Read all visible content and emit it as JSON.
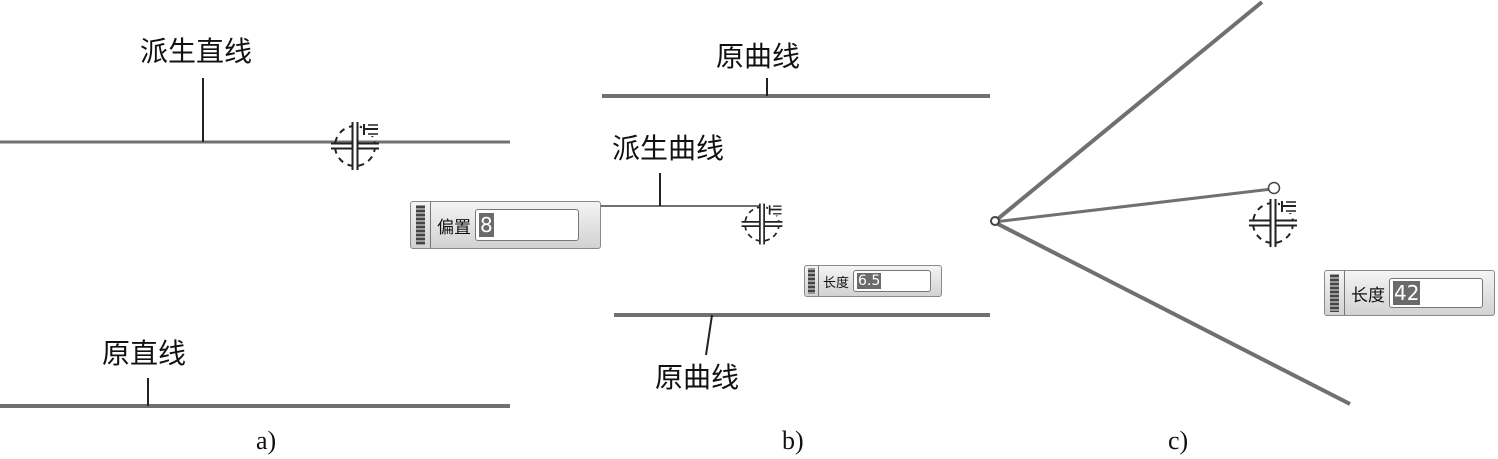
{
  "panel_a": {
    "derived_line_label": "派生直线",
    "original_line_label": "原直线",
    "offset_box": {
      "label": "偏置",
      "value": "8"
    },
    "caption": "a)"
  },
  "panel_b": {
    "original_curve_top_label": "原曲线",
    "derived_curve_label": "派生曲线",
    "original_curve_bottom_label": "原曲线",
    "length_box": {
      "label": "长度",
      "value": "6.5"
    },
    "caption": "b)"
  },
  "panel_c": {
    "length_box": {
      "label": "长度",
      "value": "42"
    },
    "caption": "c)"
  },
  "colors": {
    "line": "#707070",
    "leader": "#222222"
  }
}
